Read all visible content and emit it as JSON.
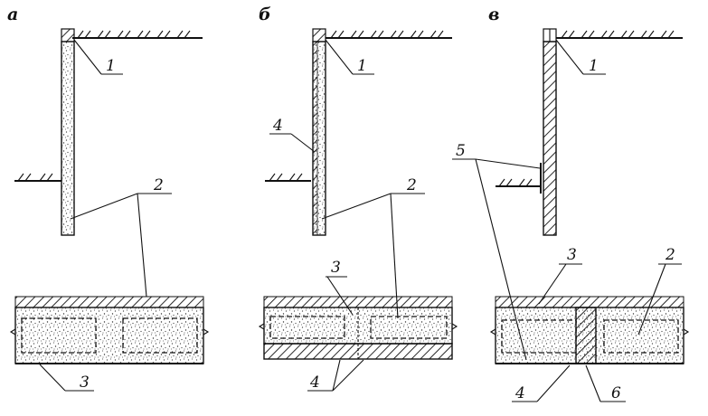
{
  "panels": [
    {
      "letter": "а"
    },
    {
      "letter": "б"
    },
    {
      "letter": "в"
    }
  ],
  "callouts": {
    "a": {
      "c1": "1",
      "c2": "2",
      "c3": "3"
    },
    "b": {
      "c1": "1",
      "c2": "2",
      "c3": "3",
      "c4_top": "4",
      "c4_bot": "4"
    },
    "c": {
      "c1": "1",
      "c2": "2",
      "c3": "3",
      "c4": "4",
      "c5": "5",
      "c6": "6"
    }
  }
}
